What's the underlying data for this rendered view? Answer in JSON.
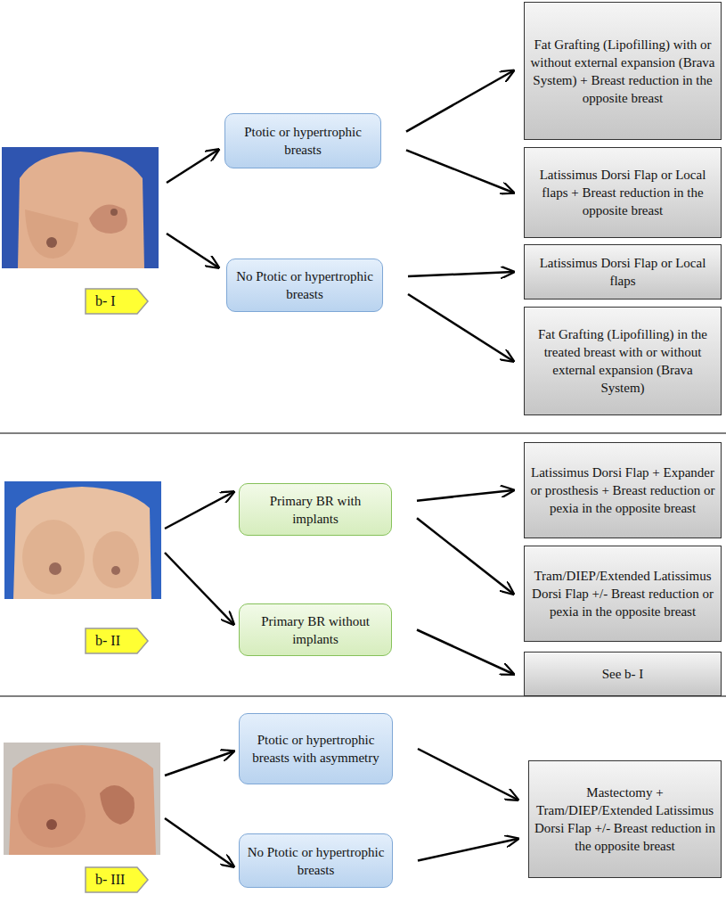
{
  "diagram": {
    "nodes": [
      {
        "text": [
          "Ptotic or hypertrophic breasts"
        ]
      },
      {
        "text": [
          "No Ptotic or hypertrophic breasts"
        ]
      },
      {
        "text": [
          "b- I"
        ]
      },
      {
        "text": [
          "Fat Grafting (Lipofilling) with or without external expansion (Brava System) + Breast reduction in the opposite breast"
        ]
      },
      {
        "text": [
          "Latissimus Dorsi Flap or Local flaps + Breast reduction in the opposite breast"
        ]
      },
      {
        "text": [
          "Latissimus Dorsi Flap or Local flaps"
        ]
      },
      {
        "text": [
          "Fat Grafting (Lipofilling) in the treated breast with or without external expansion (Brava System)"
        ]
      },
      {
        "text": [
          "Primary BR with implants"
        ]
      },
      {
        "text": [
          "Primary BR without implants"
        ]
      },
      {
        "text": [
          "b- II"
        ]
      },
      {
        "text": [
          "Latissimus Dorsi Flap + Expander or prosthesis + Breast reduction or pexia in the opposite breast"
        ]
      },
      {
        "text": [
          "Tram/DIEP/Extended Latissimus Dorsi Flap +/- Breast reduction or pexia in the opposite breast"
        ]
      },
      {
        "text": [
          "See b- I"
        ]
      },
      {
        "text": [
          "Ptotic or hypertrophic breasts with asymmetry"
        ]
      },
      {
        "text": [
          "No Ptotic or hypertrophic breasts"
        ]
      },
      {
        "text": [
          "b- III"
        ]
      },
      {
        "text": [
          "Mastectomy + Tram/DIEP/Extended Latissimus Dorsi Flap +/- Breast reduction in the opposite breast"
        ]
      }
    ],
    "edges": [
      {
        "from": 0,
        "to": 3,
        "arrow": "to"
      },
      {
        "from": 0,
        "to": 4,
        "arrow": "to"
      },
      {
        "from": 1,
        "to": 5,
        "arrow": "to"
      },
      {
        "from": 1,
        "to": 6,
        "arrow": "to"
      },
      {
        "from": 7,
        "to": 10,
        "arrow": "to"
      },
      {
        "from": 7,
        "to": 11,
        "arrow": "to"
      },
      {
        "from": 8,
        "to": 12,
        "arrow": "to"
      },
      {
        "from": 13,
        "to": 16,
        "arrow": "to"
      },
      {
        "from": 14,
        "to": 16,
        "arrow": "to"
      }
    ]
  }
}
